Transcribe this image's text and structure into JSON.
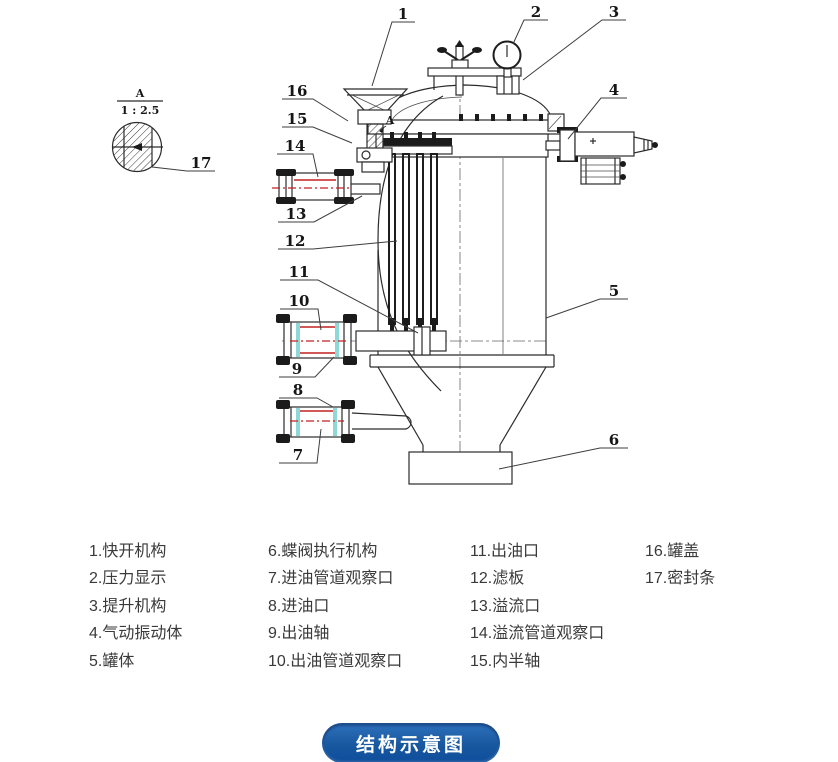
{
  "detail_view": {
    "view_label": "A",
    "scale": "1 : 2.5",
    "section_marker": "A"
  },
  "callouts": [
    "1",
    "2",
    "3",
    "4",
    "5",
    "6",
    "7",
    "8",
    "9",
    "10",
    "11",
    "12",
    "13",
    "14",
    "15",
    "16",
    "17"
  ],
  "legend": {
    "columns": [
      {
        "items": [
          "1.快开机构",
          "2.压力显示",
          "3.提升机构",
          "4.气动振动体",
          "5.罐体"
        ]
      },
      {
        "items": [
          "6.蝶阀执行机构",
          "7.进油管道观察口",
          "8.进油口",
          "9.出油轴",
          "10.出油管道观察口"
        ]
      },
      {
        "items": [
          "11.出油口",
          "12.滤板",
          "13.溢流口",
          "14.溢流管道观察口",
          "15.内半轴"
        ]
      },
      {
        "items": [
          "16.罐盖",
          "17.密封条"
        ]
      }
    ]
  },
  "footer_button": {
    "label": "结构示意图"
  },
  "colors": {
    "accent_blue": "#14559f",
    "line": "#2b2b2b",
    "red_line": "#c42222",
    "teal": "#8fd8d8"
  }
}
